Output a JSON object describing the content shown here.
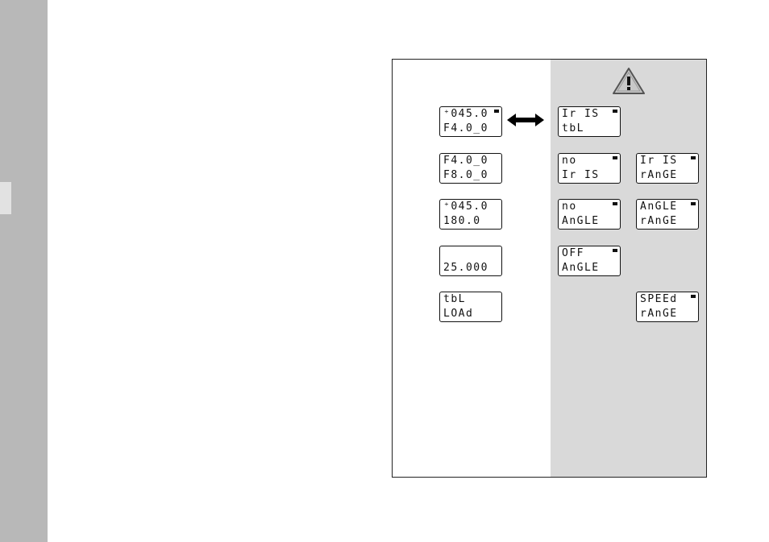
{
  "colors": {
    "sidebar": "#b8b8b8",
    "shaded_column": "#d9d9d9",
    "frame_border": "#222222"
  },
  "icons": {
    "warning": "warning-triangle-icon",
    "arrow": "double-arrow-icon"
  },
  "displays": {
    "left": [
      {
        "line1": "⁺045.0",
        "line2": "F4.0_0",
        "indicator": true
      },
      {
        "line1": "F4.0_0",
        "line2": "F8.0_0",
        "indicator": false
      },
      {
        "line1": "⁺045.0",
        "line2": "180.0",
        "indicator": false
      },
      {
        "line1": "",
        "line2": "25.000",
        "indicator": false
      },
      {
        "line1": "tbL",
        "line2": "LOAd",
        "indicator": false
      }
    ],
    "middle": [
      {
        "line1": "Ir IS",
        "line2": "tbL",
        "indicator": true
      },
      {
        "line1": "no",
        "line2": "Ir IS",
        "indicator": true
      },
      {
        "line1": "no",
        "line2": "AnGLE",
        "indicator": true
      },
      {
        "line1": "OFF",
        "line2": "AnGLE",
        "indicator": true
      }
    ],
    "right": [
      {
        "line1": "Ir IS",
        "line2": "rAnGE",
        "indicator": true
      },
      {
        "line1": "AnGLE",
        "line2": "rAnGE",
        "indicator": true
      },
      {
        "line1": "SPEEd",
        "line2": "rAnGE",
        "indicator": true
      }
    ]
  }
}
